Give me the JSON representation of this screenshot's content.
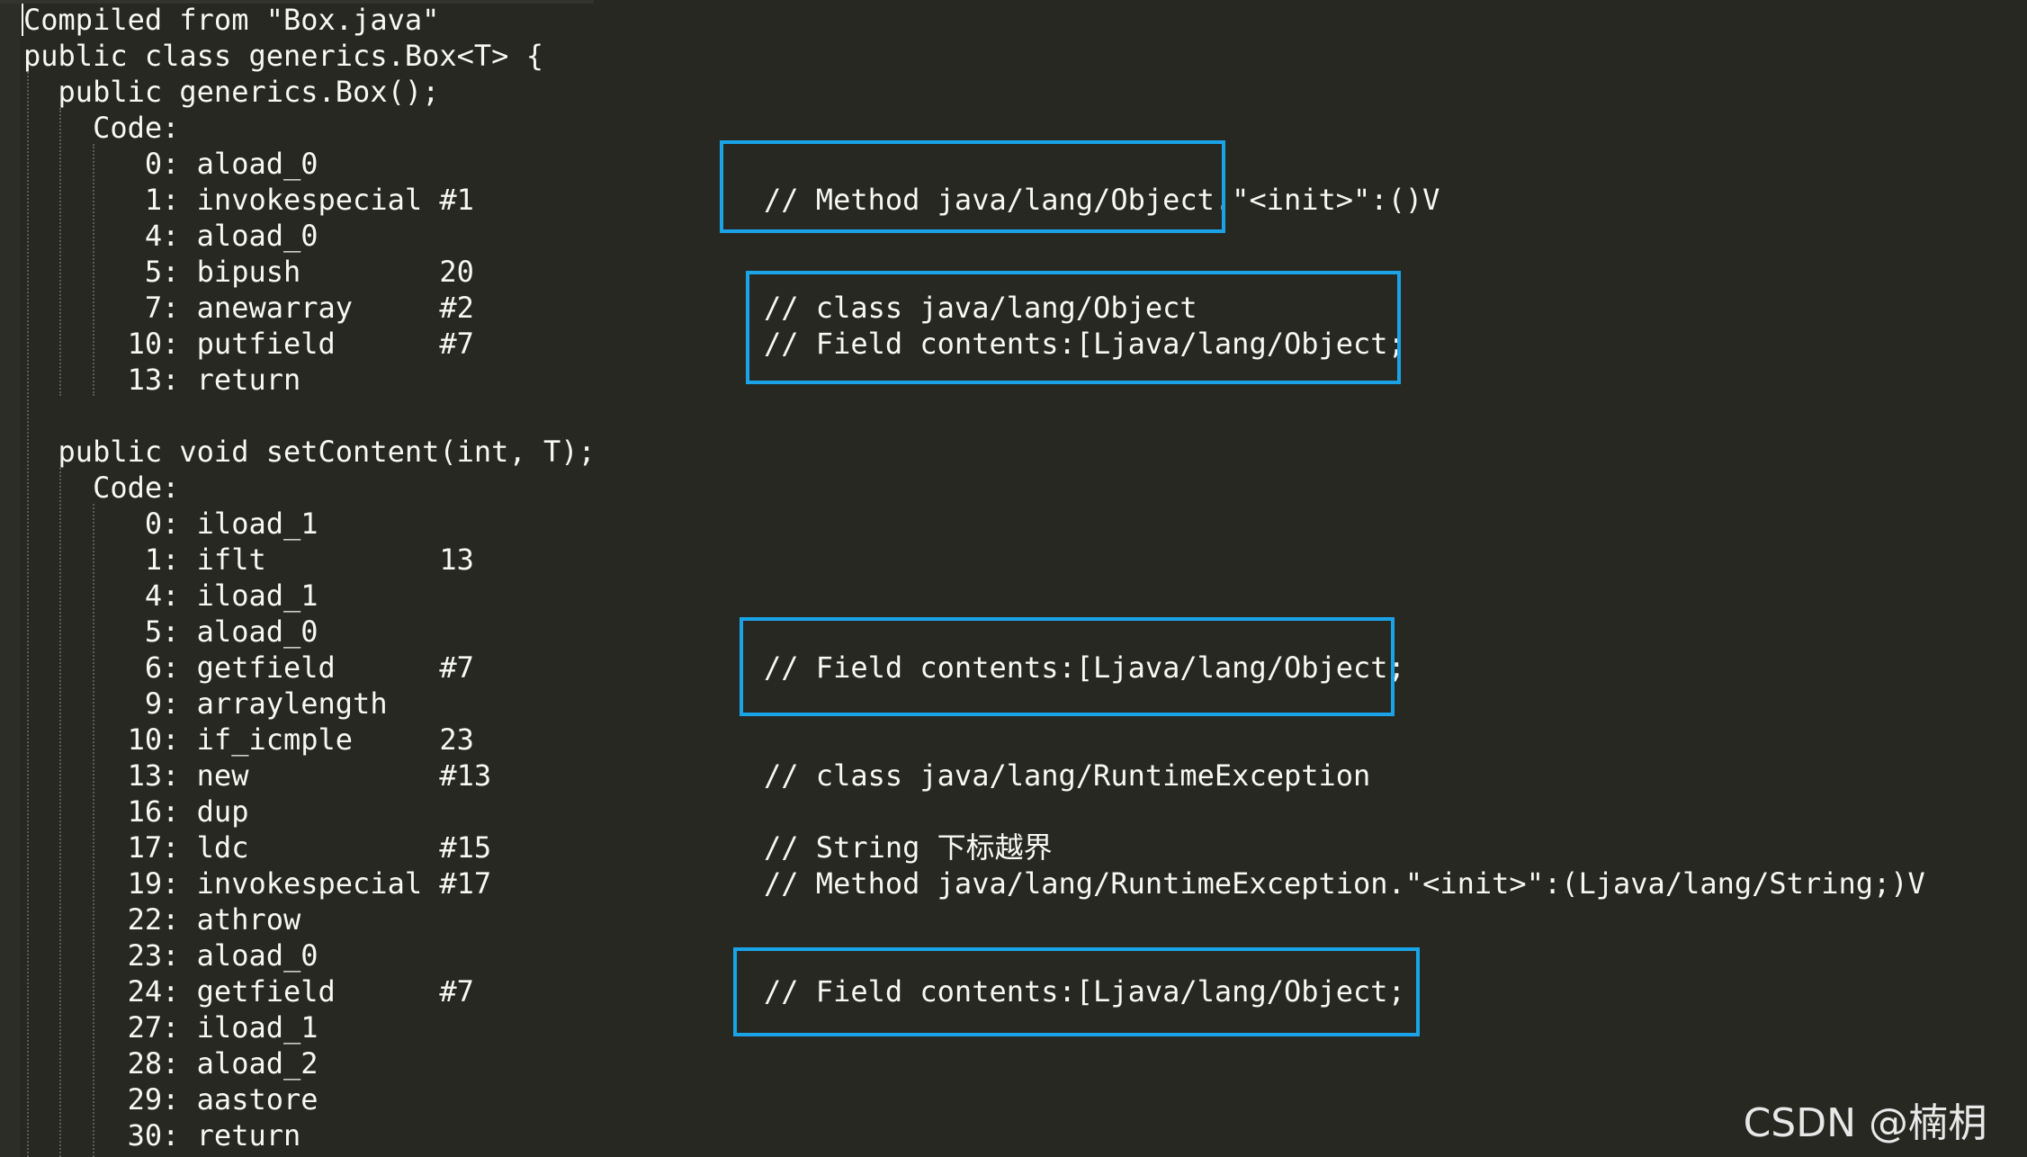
{
  "editor": {
    "lines": [
      "Compiled from \"Box.java\"",
      "public class generics.Box<T> {",
      "  public generics.Box();",
      "    Code:",
      "       0: aload_0",
      "       1: invokespecial #1",
      "       4: aload_0",
      "       5: bipush        20",
      "       7: anewarray     #2",
      "      10: putfield      #7",
      "      13: return",
      "",
      "  public void setContent(int, T);",
      "    Code:",
      "       0: iload_1",
      "       1: iflt          13",
      "       4: iload_1",
      "       5: aload_0",
      "       6: getfield      #7",
      "       9: arraylength",
      "      10: if_icmple     23",
      "      13: new           #13",
      "      16: dup",
      "      17: ldc           #15",
      "      19: invokespecial #17",
      "      22: athrow",
      "      23: aload_0",
      "      24: getfield      #7",
      "      27: iload_1",
      "      28: aload_2",
      "      29: aastore",
      "      30: return"
    ],
    "comments": [
      {
        "line": 5,
        "text": "// Method java/lang/Object.\"<init>\":()V"
      },
      {
        "line": 8,
        "text": "// class java/lang/Object"
      },
      {
        "line": 9,
        "text": "// Field contents:[Ljava/lang/Object;"
      },
      {
        "line": 18,
        "text": "// Field contents:[Ljava/lang/Object;"
      },
      {
        "line": 21,
        "text": "// class java/lang/RuntimeException"
      },
      {
        "line": 23,
        "text": "// String 下标越界"
      },
      {
        "line": 24,
        "text": "// Method java/lang/RuntimeException.\"<init>\":(Ljava/lang/String;)V"
      },
      {
        "line": 27,
        "text": "// Field contents:[Ljava/lang/Object;"
      }
    ]
  },
  "colors": {
    "background": "#272822",
    "text": "#f8f8f2",
    "highlight_box": "#1aa3e6"
  },
  "watermark": "CSDN @楠枂"
}
